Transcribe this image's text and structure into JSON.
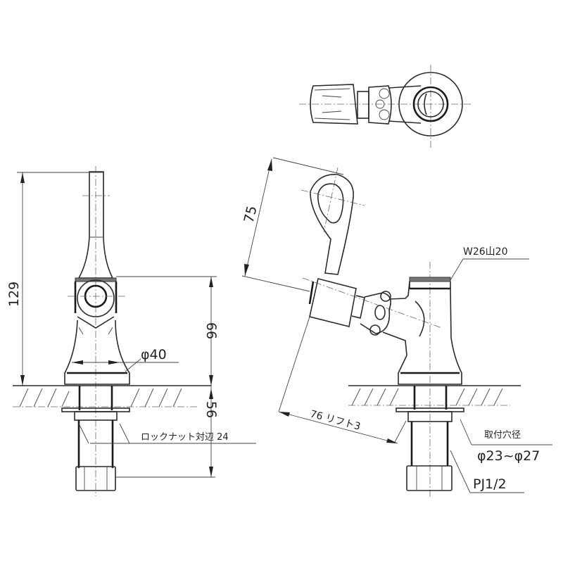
{
  "drawing": {
    "title": "Single lever faucet dimension drawing",
    "views": [
      "top-view",
      "front-view",
      "side-view"
    ]
  },
  "dimensions": {
    "overall_height": "129",
    "body_height": "66",
    "base_diameter": "φ40",
    "below_counter_length": "56",
    "locknut_label": "ロックナット対辺 24",
    "lever_length": "75",
    "lever_reach": "76 リフト3",
    "thread_spec": "W26山20",
    "mount_hole_label": "取付穴径",
    "mount_hole_range": "φ23~φ27",
    "pipe_thread": "PJ1/2"
  },
  "colors": {
    "line": "#2a2a2a",
    "background": "#ffffff",
    "accent_fill": "#777777"
  }
}
